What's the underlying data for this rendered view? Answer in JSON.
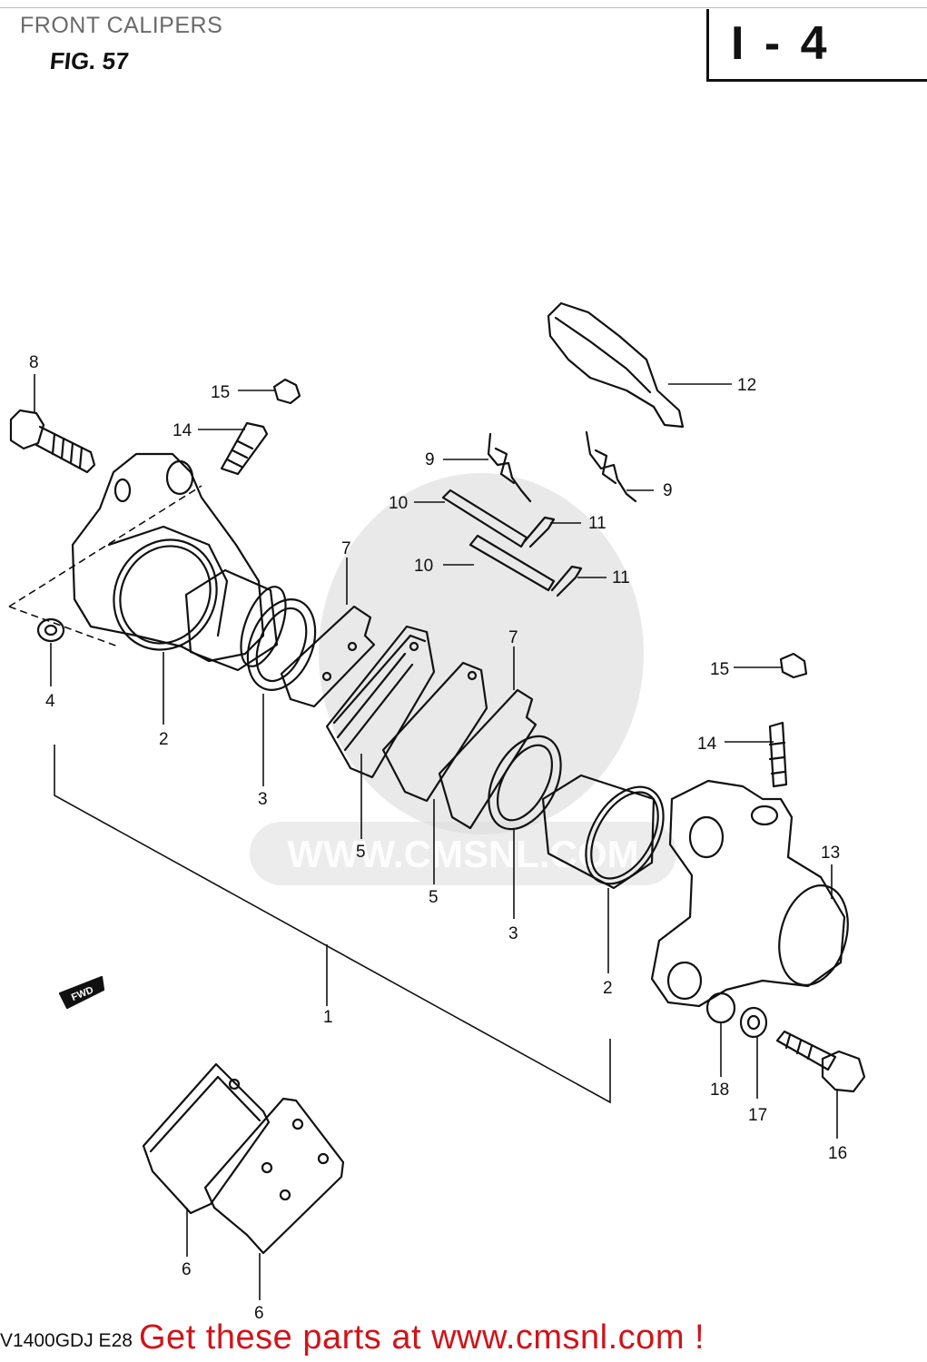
{
  "header": {
    "title": "FRONT CALIPERS",
    "figure": "FIG. 57",
    "section": "I - 4"
  },
  "watermark": {
    "text": "WWW.CMSNL.COM"
  },
  "footer": {
    "model": "V1400GDJ E28",
    "ad": "Get these parts at www.cmsnl.com !"
  },
  "direction_mark": "FWD",
  "callouts": [
    {
      "id": "c8",
      "label": "8"
    },
    {
      "id": "c15a",
      "label": "15"
    },
    {
      "id": "c14a",
      "label": "14"
    },
    {
      "id": "c12",
      "label": "12"
    },
    {
      "id": "c9a",
      "label": "9"
    },
    {
      "id": "c9b",
      "label": "9"
    },
    {
      "id": "c10a",
      "label": "10"
    },
    {
      "id": "c11a",
      "label": "11"
    },
    {
      "id": "c10b",
      "label": "10"
    },
    {
      "id": "c11b",
      "label": "11"
    },
    {
      "id": "c7a",
      "label": "7"
    },
    {
      "id": "c7b",
      "label": "7"
    },
    {
      "id": "c4",
      "label": "4"
    },
    {
      "id": "c2a",
      "label": "2"
    },
    {
      "id": "c3a",
      "label": "3"
    },
    {
      "id": "c5a",
      "label": "5"
    },
    {
      "id": "c5b",
      "label": "5"
    },
    {
      "id": "c3b",
      "label": "3"
    },
    {
      "id": "c2b",
      "label": "2"
    },
    {
      "id": "c15b",
      "label": "15"
    },
    {
      "id": "c14b",
      "label": "14"
    },
    {
      "id": "c13",
      "label": "13"
    },
    {
      "id": "c1",
      "label": "1"
    },
    {
      "id": "c18",
      "label": "18"
    },
    {
      "id": "c17",
      "label": "17"
    },
    {
      "id": "c16",
      "label": "16"
    },
    {
      "id": "c6a",
      "label": "6"
    },
    {
      "id": "c6b",
      "label": "6"
    }
  ]
}
